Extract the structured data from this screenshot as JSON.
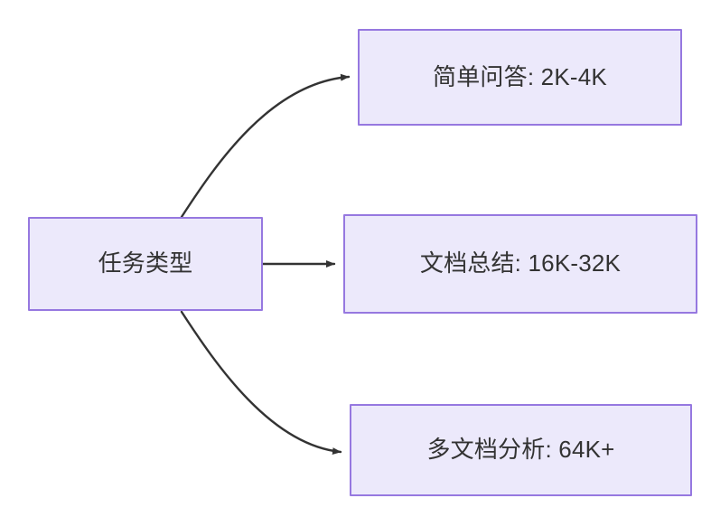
{
  "diagram": {
    "type": "flowchart",
    "direction": "left-to-right",
    "colors": {
      "node_fill": "#ECE9FB",
      "node_border": "#9678E0",
      "node_text": "#333333",
      "edge_stroke": "#333333",
      "background": "#FFFFFF"
    },
    "root": {
      "id": "root",
      "label": "任务类型"
    },
    "branches": [
      {
        "id": "simple-qa",
        "label": "简单问答: 2K-4K",
        "task": "简单问答",
        "context_length": "2K-4K",
        "edge": {
          "from": "root",
          "to": "simple-qa",
          "shape": "curved",
          "arrowhead": "filled-triangle"
        }
      },
      {
        "id": "doc-sum",
        "label": "文档总结: 16K-32K",
        "task": "文档总结",
        "context_length": "16K-32K",
        "edge": {
          "from": "root",
          "to": "doc-sum",
          "shape": "straight",
          "arrowhead": "filled-triangle"
        }
      },
      {
        "id": "multi-doc",
        "label": "多文档分析: 64K+",
        "task": "多文档分析",
        "context_length": "64K+",
        "edge": {
          "from": "root",
          "to": "multi-doc",
          "shape": "curved",
          "arrowhead": "filled-triangle"
        }
      }
    ]
  }
}
